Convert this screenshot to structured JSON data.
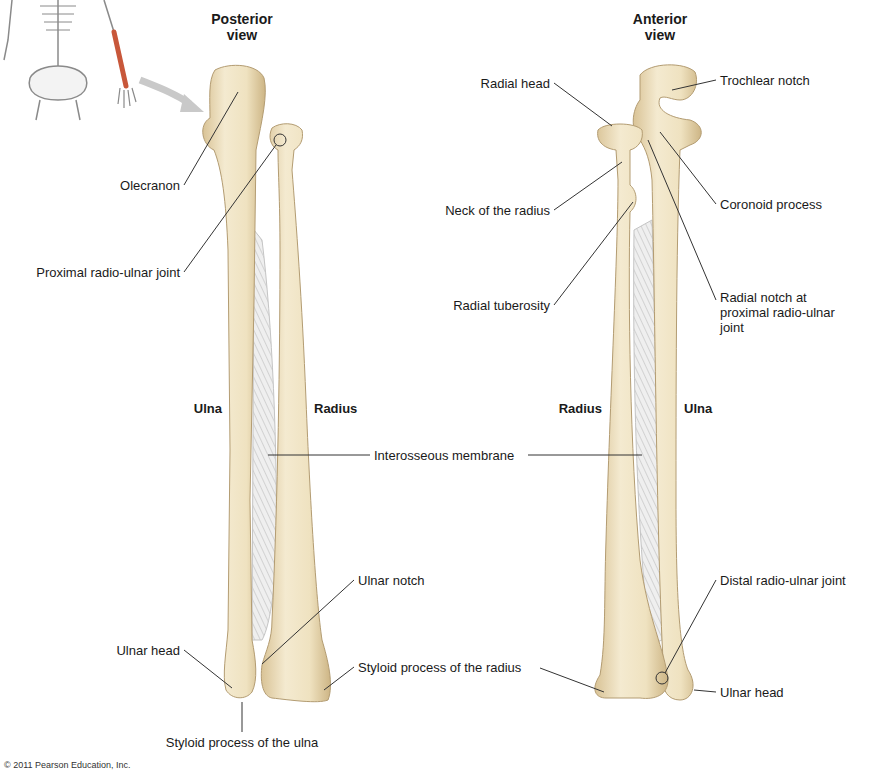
{
  "diagram": {
    "labels": [
      "Posterior view",
      "Anterior view",
      "Olecranon",
      "Proximal radio-ulnar joint",
      "Ulna",
      "Radius",
      "Interosseous membrane",
      "Ulnar notch",
      "Ulnar head",
      "Styloid process of the radius",
      "Styloid process of the ulna",
      "Radial head",
      "Trochlear notch",
      "Neck of the radius",
      "Coronoid process",
      "Radial tuberosity",
      "Radial notch at proximal radio-ulnar joint",
      "Radius",
      "Ulna",
      "Distal radio-ulnar joint",
      "Ulnar head",
      "© 2011 Pearson Education, Inc."
    ]
  }
}
